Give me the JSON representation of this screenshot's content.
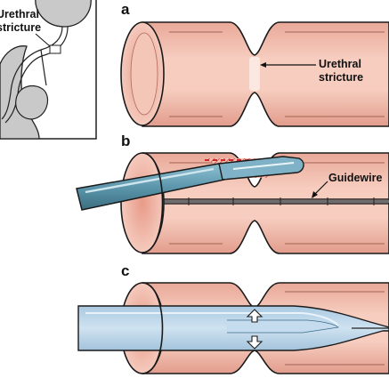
{
  "inset": {
    "label_line1": "Urethral",
    "label_line2": "stricture"
  },
  "panels": [
    {
      "letter": "a",
      "label_line1": "Urethral",
      "label_line2": "stricture"
    },
    {
      "letter": "b",
      "label": "Guidewire"
    },
    {
      "letter": "c"
    }
  ],
  "colors": {
    "tube_fill": "#f3c2b4",
    "tube_dark": "#d88f80",
    "outline": "#1a1a1a",
    "stricture_highlight": "#f7e0d8",
    "instrument_blue": "#6ea3b8",
    "instrument_dark": "#3f6f82",
    "dilator_blue": "#b9d4e8",
    "cut_red": "#cc2a2a"
  }
}
